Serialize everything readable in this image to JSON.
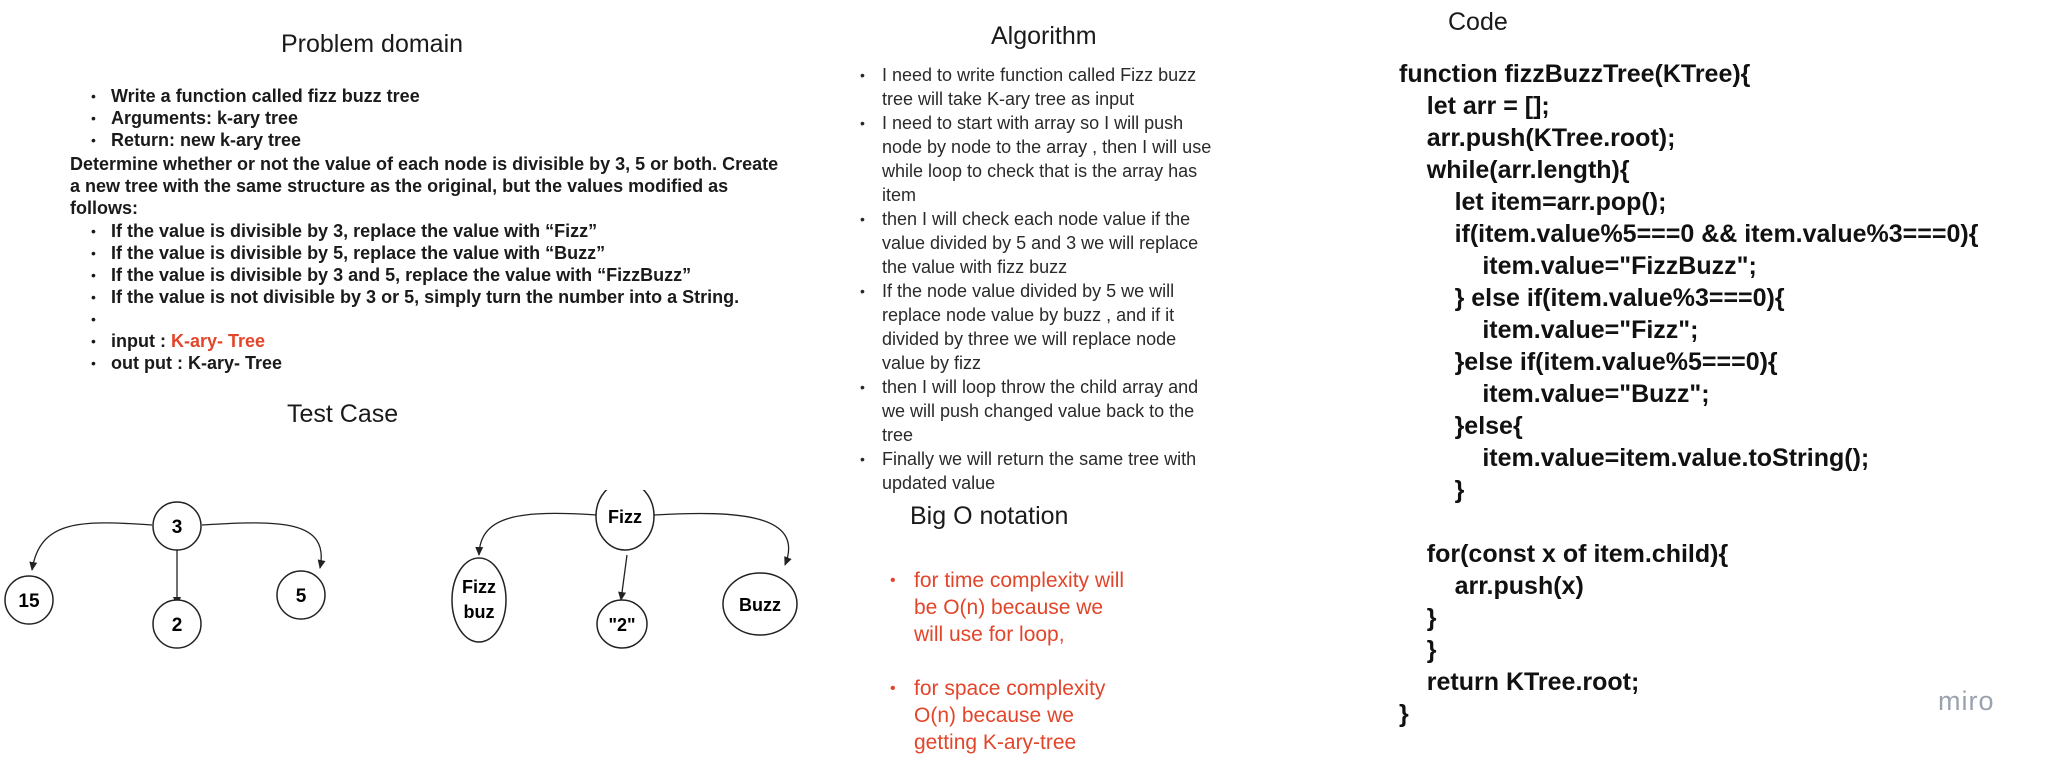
{
  "problem": {
    "heading": "Problem domain",
    "bullets": [
      "Write a function called fizz buzz tree",
      "Arguments: k-ary tree",
      "Return: new k-ary tree"
    ],
    "paragraph": [
      "Determine whether or not the value of each node is divisible by 3, 5 or both. Create",
      "a new tree with the same structure as the original, but the values modified as",
      "follows:"
    ],
    "rules": [
      "If the value is divisible by 3, replace the value with “Fizz”",
      "If the value is divisible by 5, replace the value with “Buzz”",
      "If the value is divisible by 3 and 5, replace the value with “FizzBuzz”",
      "If the value is not divisible by 3 or 5, simply turn the number into a String."
    ],
    "input_label": "input :",
    "input_value": "K-ary- Tree",
    "output_label": "out put : K-ary- Tree"
  },
  "test_case": {
    "heading": "Test Case",
    "tree1": {
      "root": "3",
      "left": "15",
      "middle": "2",
      "right": "5"
    },
    "tree2": {
      "root": "Fizz",
      "left_line1": "Fizz",
      "left_line2": "buz",
      "middle": "\"2\"",
      "right": "Buzz"
    }
  },
  "algorithm": {
    "heading": "Algorithm",
    "steps": [
      [
        "I need to write function called Fizz buzz",
        "tree will take K-ary tree as input"
      ],
      [
        "I need to start with array so I will push",
        "node by node to the array , then I will use",
        "while loop to check that is the array has",
        "item"
      ],
      [
        "then I will check each node value if the",
        "value divided by 5 and 3 we will replace",
        "the value with fizz buzz"
      ],
      [
        "If the node value divided by 5 we will",
        "replace node value by buzz , and if it",
        "divided by three we will replace node",
        "value by fizz"
      ],
      [
        "then I will loop throw the child array and",
        "we will push changed value back to the",
        "tree"
      ],
      [
        "Finally we will return the same tree with",
        "updated value"
      ]
    ]
  },
  "bigo": {
    "heading": "Big O notation",
    "items": [
      [
        "for time complexity will",
        "be O(n) because we",
        "will use for loop,"
      ],
      [
        "for space complexity",
        "O(n) because we",
        "getting K-ary-tree"
      ]
    ]
  },
  "code": {
    "heading": "Code",
    "lines": [
      "function fizzBuzzTree(KTree){",
      "    let arr = [];",
      "    arr.push(KTree.root);",
      "    while(arr.length){",
      "        let item=arr.pop();",
      "        if(item.value%5===0 && item.value%3===0){",
      "            item.value=\"FizzBuzz\";",
      "        } else if(item.value%3===0){",
      "            item.value=\"Fizz\";",
      "        }else if(item.value%5===0){",
      "            item.value=\"Buzz\";",
      "        }else{",
      "            item.value=item.value.toString();",
      "        }",
      "",
      "    for(const x of item.child){",
      "        arr.push(x)",
      "    }",
      "    }",
      "    return KTree.root;",
      "}"
    ]
  },
  "watermark": "miro"
}
